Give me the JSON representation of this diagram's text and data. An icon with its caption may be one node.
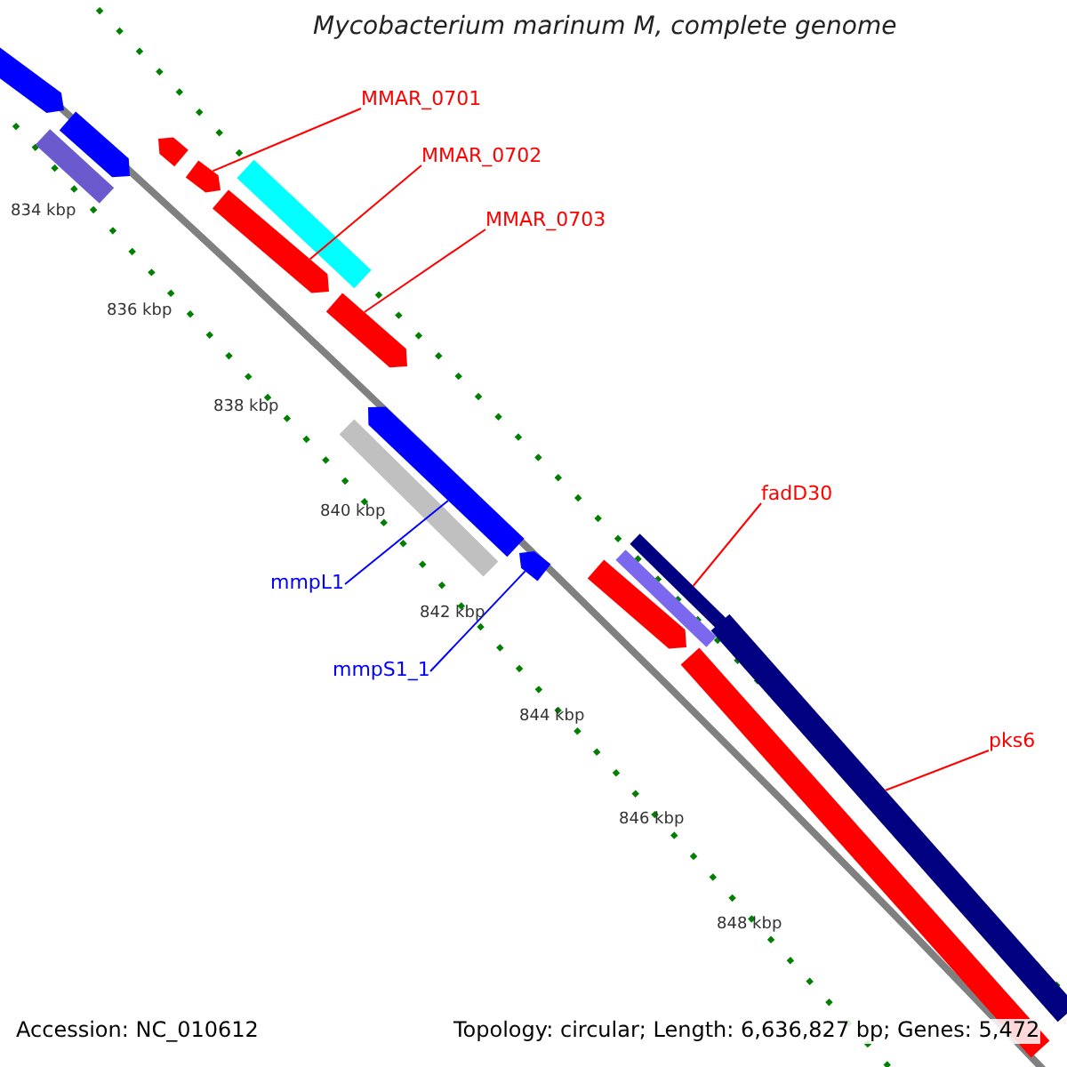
{
  "diagram": {
    "title": "Mycobacterium marinum M, complete genome",
    "nodes": [
      {
        "text": [],
        "shape": "bar"
      },
      {
        "text": [],
        "shape": "bar"
      },
      {
        "text": [],
        "shape": "bar"
      },
      {
        "text": [],
        "shape": "bar"
      },
      {
        "text": [],
        "shape": "bar"
      },
      {
        "text": [],
        "shape": "bar"
      },
      {
        "text": [],
        "shape": "bar"
      },
      {
        "text": [],
        "shape": "bar"
      },
      {
        "text": [],
        "shape": "bar"
      },
      {
        "text": [],
        "shape": "bar"
      },
      {
        "text": [],
        "shape": "bar"
      },
      {
        "text": [],
        "shape": "bar"
      },
      {
        "text": [],
        "shape": "bar"
      },
      {
        "text": [],
        "shape": "bar"
      },
      {
        "text": [],
        "shape": "bar"
      },
      {
        "text": [],
        "shape": "bar"
      },
      {
        "text": [
          "MMAR_0701"
        ]
      },
      {
        "text": [
          "MMAR_0702"
        ]
      },
      {
        "text": [
          "MMAR_0703"
        ]
      },
      {
        "text": [
          "mmpL1"
        ]
      },
      {
        "text": [
          "fadD30"
        ]
      },
      {
        "text": [
          "mmpS1_1"
        ]
      },
      {
        "text": [
          "pks6"
        ]
      }
    ],
    "edges": [
      {
        "from": 16,
        "to": 4,
        "arrow": "none"
      },
      {
        "from": 17,
        "to": 5,
        "arrow": "none"
      },
      {
        "from": 18,
        "to": 6,
        "arrow": "none"
      },
      {
        "from": 19,
        "to": 9,
        "arrow": "none",
        "color": "#0000ff"
      },
      {
        "from": 20,
        "to": 14,
        "arrow": "none"
      },
      {
        "from": 21,
        "to": 10,
        "arrow": "none",
        "color": "#0000ff"
      },
      {
        "from": 22,
        "to": 15,
        "arrow": "none"
      }
    ],
    "labels": [
      "834 kbp",
      "836 kbp",
      "838 kbp",
      "840 kbp",
      "842 kbp",
      "844 kbp",
      "846 kbp",
      "848 kbp",
      "Accession: NC_010612",
      "Topology: circular; Length: 6,636,827 bp; Genes: 5,472"
    ]
  }
}
